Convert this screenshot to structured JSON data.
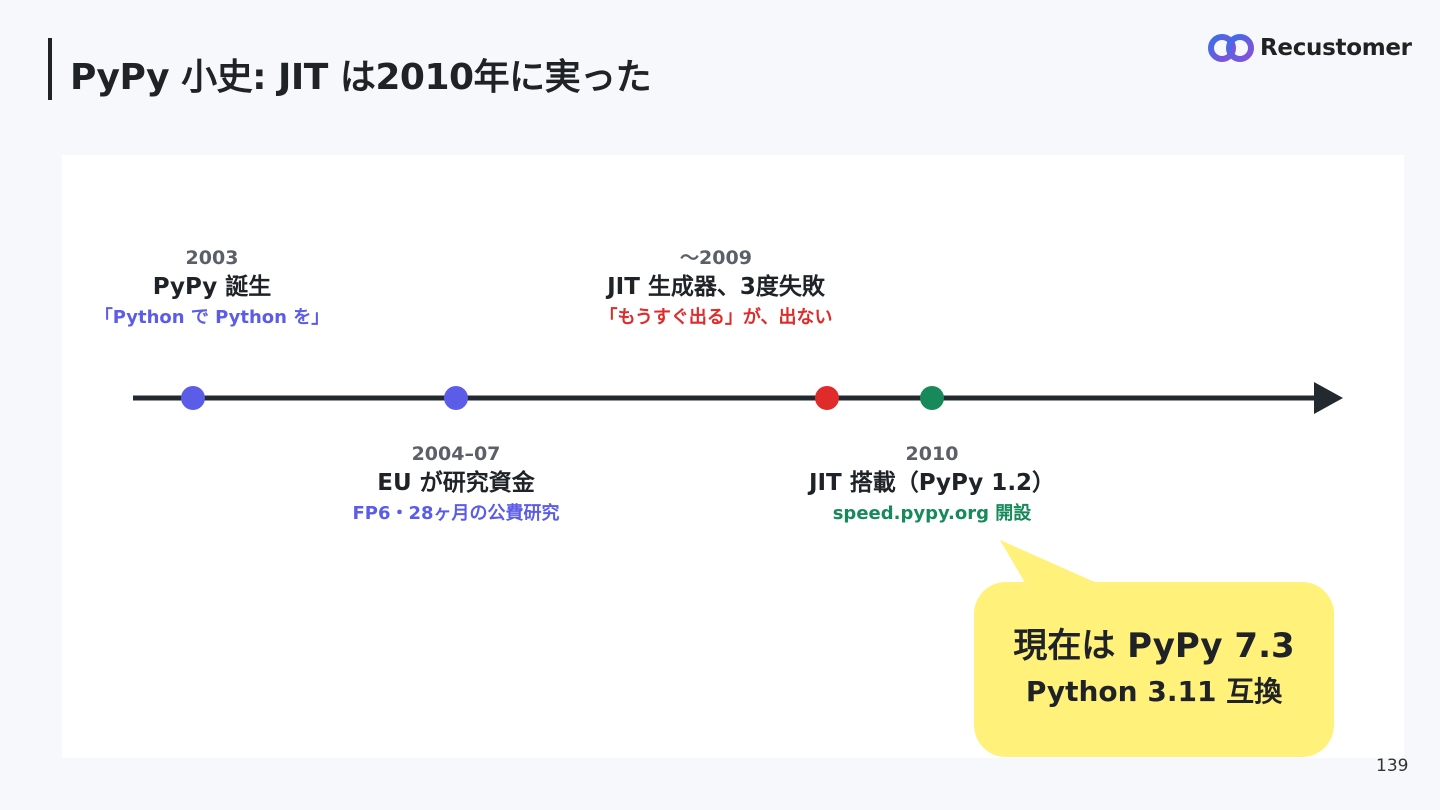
{
  "header": {
    "title": "PyPy 小史: JIT は2010年に実った",
    "logo_text": "Recustomer"
  },
  "timeline": {
    "events": [
      {
        "year": "2003",
        "title": "PyPy 誕生",
        "subtitle": "「Python で Python を」",
        "color": "#5b5ce8",
        "position": "above"
      },
      {
        "year": "2004–07",
        "title": "EU が研究資金",
        "subtitle": "FP6・28ヶ月の公費研究",
        "color": "#5b5ce8",
        "position": "below"
      },
      {
        "year": "〜2009",
        "title": "JIT 生成器、3度失敗",
        "subtitle": "「もうすぐ出る」が、出ない",
        "color": "#e02b2b",
        "position": "above"
      },
      {
        "year": "2010",
        "title": "JIT 搭載（PyPy 1.2）",
        "subtitle": "speed.pypy.org 開設",
        "color": "#17895a",
        "position": "below"
      }
    ],
    "axis_color": "#222a2f"
  },
  "callout": {
    "line1": "現在は PyPy 7.3",
    "line2": "Python 3.11 互換",
    "color": "#fff179"
  },
  "footer": {
    "page_number": "139"
  }
}
